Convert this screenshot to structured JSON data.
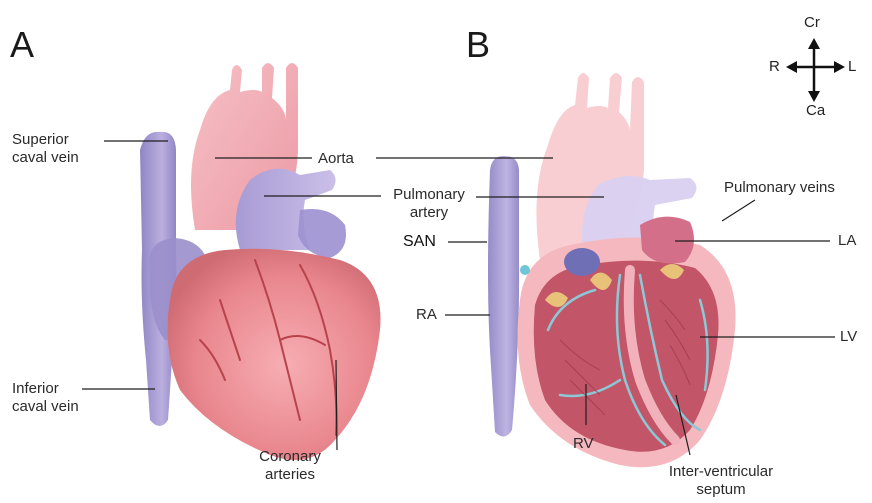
{
  "panels": {
    "a": "A",
    "b": "B"
  },
  "labels": {
    "superior_caval_vein": "Superior\ncaval vein",
    "aorta": "Aorta",
    "pulmonary_artery": "Pulmonary\nartery",
    "san": "SAN",
    "pulmonary_veins": "Pulmonary veins",
    "la": "LA",
    "ra": "RA",
    "lv": "LV",
    "inferior_caval_vein": "Inferior\ncaval vein",
    "coronary_arteries": "Coronary\narteries",
    "rv": "RV",
    "interventricular_septum": "Inter-ventricular\nseptum"
  },
  "compass": {
    "up": "Cr",
    "down": "Ca",
    "left": "R",
    "right": "L"
  },
  "colors": {
    "heart_outer": "#e98a90",
    "heart_dark": "#c9575f",
    "vein_blue": "#8f86c4",
    "aorta_pink": "#f2a3ac",
    "septum_blue": "#8cc8d6",
    "interior_muscle": "#b84a5e",
    "valve_yellow": "#e9c27a"
  }
}
